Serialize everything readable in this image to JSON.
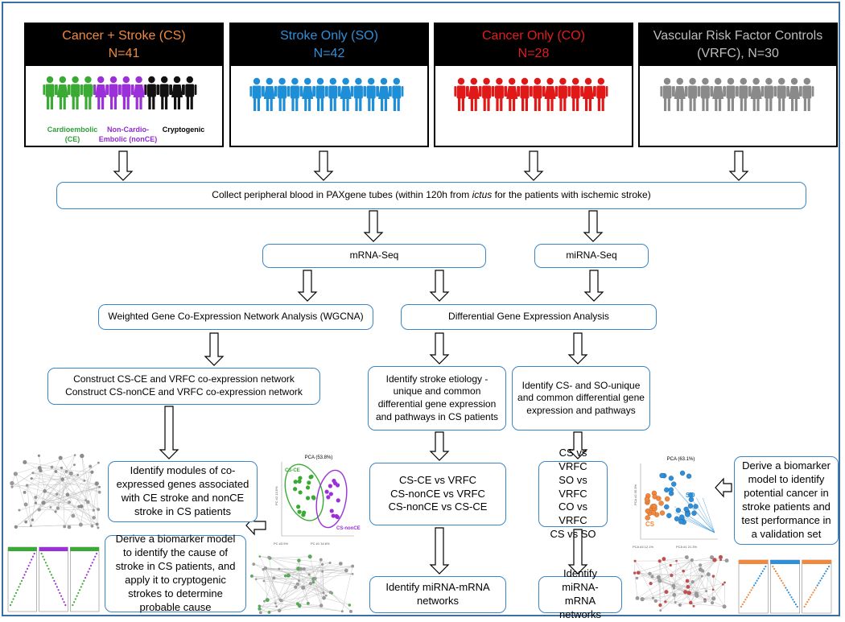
{
  "groups": [
    {
      "title": "Cancer + Stroke (CS)",
      "n": "N=41",
      "color": "#f0883e"
    },
    {
      "title": "Stroke Only (SO)",
      "n": "N=42",
      "color": "#2f8fd8"
    },
    {
      "title": "Cancer Only (CO)",
      "n": "N=28",
      "color": "#e11d1d"
    },
    {
      "title": "Vascular Risk Factor Controls",
      "n": "(VRFC), N=30",
      "color": "#bdbdbd"
    }
  ],
  "cs_subtypes": [
    {
      "line1": "Cardioembolic",
      "line2": "(CE)",
      "color": "#2e9e3a"
    },
    {
      "line1": "Non-Cardio-",
      "line2": "Embolic (nonCE)",
      "color": "#8f2bd0"
    },
    {
      "line1": "Cryptogenic",
      "line2": "",
      "color": "#000000"
    }
  ],
  "person_colors": {
    "ce": "#3aaa35",
    "nonce": "#9b30d9",
    "crypto": "#111111",
    "so": "#1e8fd6",
    "co": "#e01818",
    "vrfc": "#8a8a8a"
  },
  "collect": {
    "prefix": "Collect peripheral blood in PAXgene tubes (within 120h from ",
    "italic": "ictus",
    "suffix": " for the patients with ischemic stroke)"
  },
  "mrna": "mRNA-Seq",
  "mirna": "miRNA-Seq",
  "wgcna": "Weighted Gene Co-Expression Network Analysis (WGCNA)",
  "dge": "Differential Gene Expression Analysis",
  "construct": [
    "Construct CS-CE and VRFC co-expression network",
    "Construct CS-nonCE and VRFC co-expression network"
  ],
  "etiology": "Identify stroke etiology - unique and common differential gene expression and pathways in CS patients",
  "cs_so": "Identify CS- and SO-unique and common differential gene expression and pathways",
  "modules": "Identify modules of co-expressed genes associated with CE stroke and nonCE stroke in CS patients",
  "comparisons1": [
    "CS-CE vs VRFC",
    "CS-nonCE vs VRFC",
    "CS-nonCE vs CS-CE"
  ],
  "comparisons2": [
    "CS vs VRFC",
    "SO vs VRFC",
    "CO vs VRFC",
    "CS vs SO"
  ],
  "biomarker_cs": "Derive a biomarker model to identify the cause of stroke in CS patients, and apply it to cryptogenic strokes to determine probable cause",
  "biomarker_cancer": "Derive a biomarker model to identify potential cancer in stroke patients and test performance in a validation set",
  "mirna_net1": [
    "Identify miRNA-mRNA",
    "networks"
  ],
  "mirna_net2": [
    "Identify miRNA-",
    "mRNA networks"
  ],
  "pca1": {
    "title": "PCA (53.8%)",
    "group1": "CS-CE",
    "group2": "CS-nonCE",
    "axis_x": "PC #1 34.6%",
    "axis_y": "PC #2 13.5%",
    "axis_z": "PC #3 5%",
    "color1": "#3aaa35",
    "color2": "#9b30d9"
  },
  "pca2": {
    "title": "PCA (63.1%)",
    "group1": "CS",
    "group2": "SO",
    "axis_x": "PCA #1 21.3%",
    "axis_y": "PCA #2 35.3%",
    "axis_z": "PCA #3 12.1%",
    "color1": "#f0883e",
    "color2": "#2f8fd8"
  }
}
